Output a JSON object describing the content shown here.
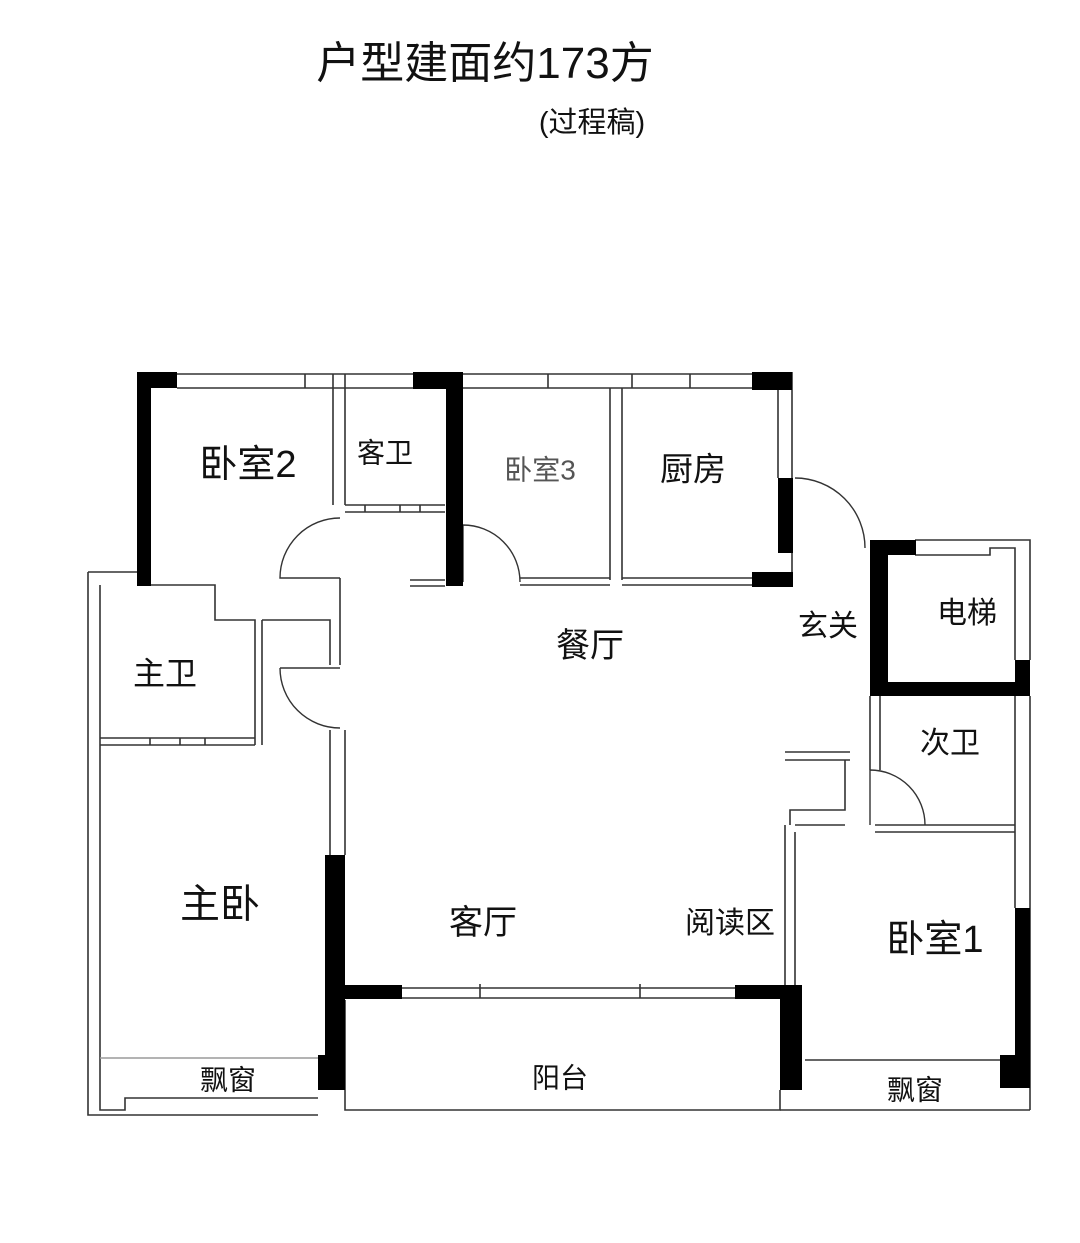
{
  "title": "户型建面约173方",
  "subtitle": "(过程稿)",
  "rooms": {
    "bedroom2": "卧室2",
    "guest_bath": "客卫",
    "bedroom3": "卧室3",
    "kitchen": "厨房",
    "elevator": "电梯",
    "foyer": "玄关",
    "dining": "餐厅",
    "master_bath": "主卫",
    "second_bath": "次卫",
    "master_bedroom": "主卧",
    "living": "客厅",
    "reading": "阅读区",
    "bedroom1": "卧室1",
    "bay_window_left": "飘窗",
    "balcony": "阳台",
    "bay_window_right": "飘窗"
  },
  "colors": {
    "wall": "#000000",
    "line": "#333333",
    "label": "#111111",
    "muted_label": "#555555"
  }
}
